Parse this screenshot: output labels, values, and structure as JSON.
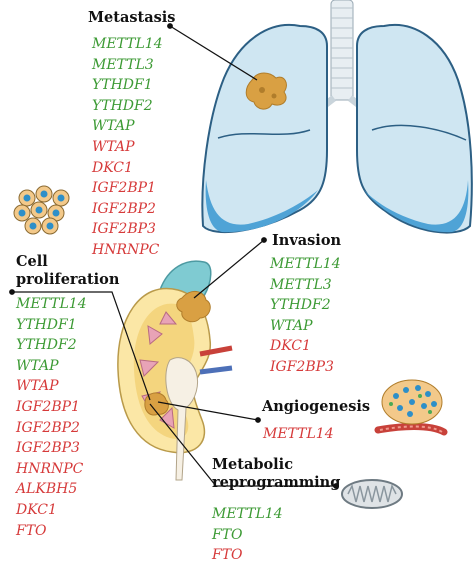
{
  "colors": {
    "green": "#3c9a34",
    "red": "#d63a3a",
    "lung_fill": "#cfe6f2",
    "lung_edge": "#2c5f84",
    "tumor": "#d9a043"
  },
  "sections": {
    "metastasis": {
      "title": "Metastasis",
      "genes": [
        {
          "name": "METTL14",
          "color": "green"
        },
        {
          "name": "METTL3",
          "color": "green"
        },
        {
          "name": "YTHDF1",
          "color": "green"
        },
        {
          "name": "YTHDF2",
          "color": "green"
        },
        {
          "name": "WTAP",
          "color": "green"
        },
        {
          "name": "WTAP",
          "color": "red"
        },
        {
          "name": "DKC1",
          "color": "red"
        },
        {
          "name": "IGF2BP1",
          "color": "red"
        },
        {
          "name": "IGF2BP2",
          "color": "red"
        },
        {
          "name": "IGF2BP3",
          "color": "red"
        },
        {
          "name": "HNRNPC",
          "color": "red"
        }
      ]
    },
    "invasion": {
      "title": "Invasion",
      "genes": [
        {
          "name": "METTL14",
          "color": "green"
        },
        {
          "name": "METTL3",
          "color": "green"
        },
        {
          "name": "YTHDF2",
          "color": "green"
        },
        {
          "name": "WTAP",
          "color": "green"
        },
        {
          "name": "DKC1",
          "color": "red"
        },
        {
          "name": "IGF2BP3",
          "color": "red"
        }
      ]
    },
    "cell_proliferation": {
      "title_line1": "Cell",
      "title_line2": "proliferation",
      "genes": [
        {
          "name": "METTL14",
          "color": "green"
        },
        {
          "name": "YTHDF1",
          "color": "green"
        },
        {
          "name": "YTHDF2",
          "color": "green"
        },
        {
          "name": "WTAP",
          "color": "green"
        },
        {
          "name": "WTAP",
          "color": "red"
        },
        {
          "name": "IGF2BP1",
          "color": "red"
        },
        {
          "name": "IGF2BP2",
          "color": "red"
        },
        {
          "name": "IGF2BP3",
          "color": "red"
        },
        {
          "name": "HNRNPC",
          "color": "red"
        },
        {
          "name": "ALKBH5",
          "color": "red"
        },
        {
          "name": "DKC1",
          "color": "red"
        },
        {
          "name": "FTO",
          "color": "red"
        }
      ]
    },
    "angiogenesis": {
      "title": "Angiogenesis",
      "genes": [
        {
          "name": "METTL14",
          "color": "red"
        }
      ]
    },
    "metabolic_reprogramming": {
      "title_line1": "Metabolic",
      "title_line2": "reprogramming",
      "genes": [
        {
          "name": "METTL14",
          "color": "green"
        },
        {
          "name": "FTO",
          "color": "green"
        },
        {
          "name": "FTO",
          "color": "red"
        }
      ]
    }
  }
}
